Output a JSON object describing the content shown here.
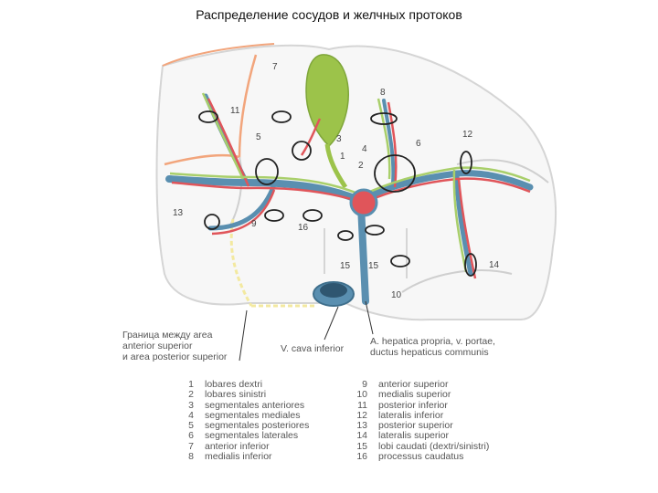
{
  "title": "Распределение сосудов и желчных протоков",
  "captions": {
    "border_line1": "Граница между area",
    "border_line2": "anterior superior",
    "border_line3": "и area posterior superior",
    "vena_cava": "V. cava inferior",
    "hepatica_line1": "A. hepatica propria, v. portae,",
    "hepatica_line2": "ductus hepaticus communis"
  },
  "labels": [
    "1",
    "2",
    "3",
    "4",
    "5",
    "6",
    "7",
    "8",
    "9",
    "10",
    "11",
    "12",
    "13",
    "14",
    "15",
    "15",
    "16"
  ],
  "legend_left": [
    {
      "n": "1",
      "t": "lobares dextri"
    },
    {
      "n": "2",
      "t": "lobares sinistri"
    },
    {
      "n": "3",
      "t": "segmentales anteriores"
    },
    {
      "n": "4",
      "t": "segmentales mediales"
    },
    {
      "n": "5",
      "t": "segmentales posteriores"
    },
    {
      "n": "6",
      "t": "segmentales laterales"
    },
    {
      "n": "7",
      "t": "anterior inferior"
    },
    {
      "n": "8",
      "t": "medialis inferior"
    }
  ],
  "legend_right": [
    {
      "n": "9",
      "t": "anterior superior"
    },
    {
      "n": "10",
      "t": "medialis superior"
    },
    {
      "n": "11",
      "t": "posterior inferior"
    },
    {
      "n": "12",
      "t": "lateralis inferior"
    },
    {
      "n": "13",
      "t": "posterior superior"
    },
    {
      "n": "14",
      "t": "lateralis superior"
    },
    {
      "n": "15",
      "t": "lobi caudati (dextri/sinistri)"
    },
    {
      "n": "16",
      "t": "processus caudatus"
    }
  ],
  "colors": {
    "portal": "#5a8fb0",
    "artery": "#e0555a",
    "bile": "#a9cf6a",
    "gallbladder": "#9cc34a",
    "outline": "#d8d8d8",
    "border_orange": "#f2a57c",
    "border_yellow": "#f3e9a0"
  }
}
